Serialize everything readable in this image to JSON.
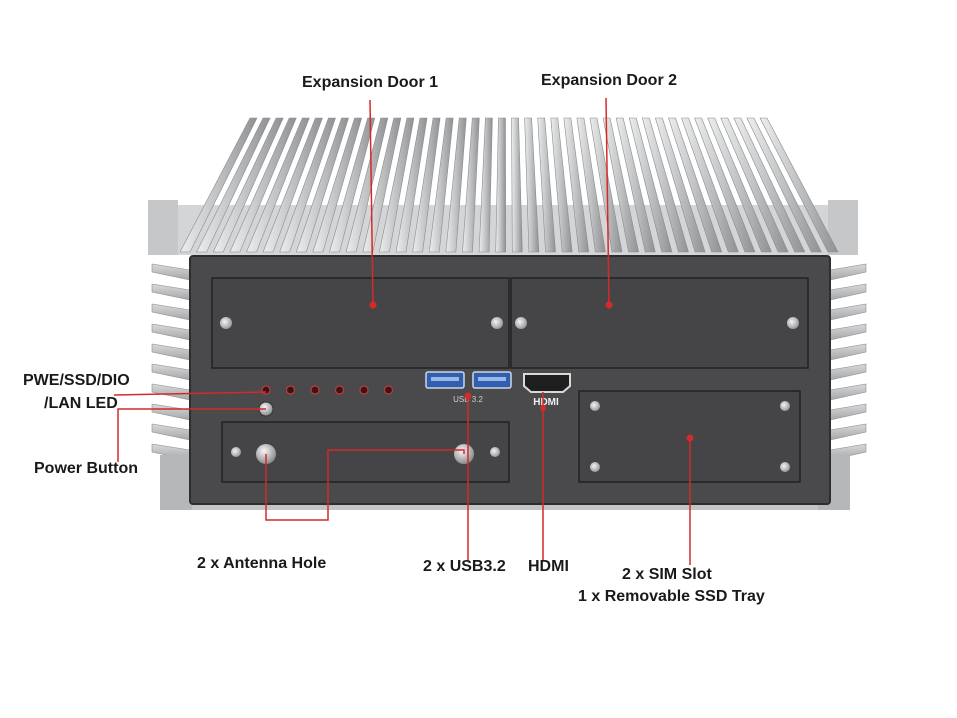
{
  "labels": {
    "expansion_door_1": "Expansion Door 1",
    "expansion_door_2": "Expansion Door 2",
    "led_line1": "PWE/SSD/DIO",
    "led_line2": "/LAN LED",
    "power_button": "Power Button",
    "antenna_hole": "2 x Antenna Hole",
    "usb": "2 x USB3.2",
    "hdmi": "HDMI",
    "sim_slot": "2 x SIM Slot",
    "ssd_tray": "1 x Removable SSD Tray"
  },
  "device_text": {
    "usb_port_label": "USB 3.2",
    "hdmi_logo": "HDMI"
  },
  "colors": {
    "callout_line": "#d42a2a",
    "front_panel": "#4a4a4c",
    "heatsink": "#c9cacc"
  },
  "status_led_count": 6
}
